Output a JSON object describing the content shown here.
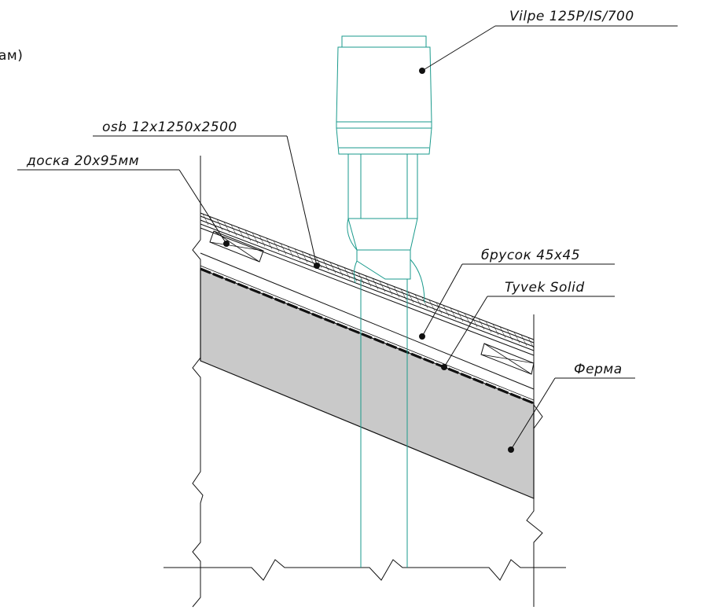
{
  "labels": {
    "vent": "Vilpe 125P/IS/700",
    "osb": "osb 12x1250x2500",
    "board": "доска 20x95мм",
    "batten": "брусок 45x45",
    "membrane": "Tyvek Solid",
    "truss": "Ферма",
    "clipped_fragment": "ам)"
  },
  "colors": {
    "line": "#111111",
    "vent": "#1a9a8c",
    "truss_fill": "#c9c9c9",
    "background": "#ffffff"
  }
}
